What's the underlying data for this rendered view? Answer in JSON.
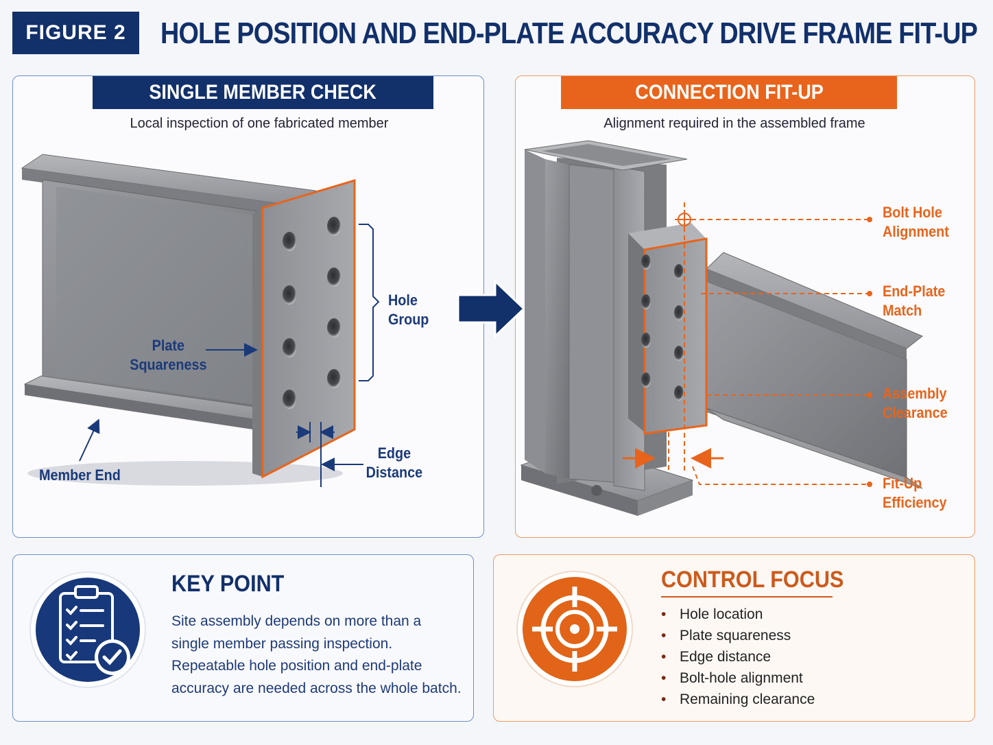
{
  "header": {
    "figure_badge": "FIGURE 2",
    "title": "HOLE POSITION AND END-PLATE ACCURACY DRIVE FRAME FIT-UP"
  },
  "left_panel": {
    "heading": "SINGLE MEMBER CHECK",
    "subtitle": "Local inspection of one fabricated member",
    "labels": {
      "hole_group_1": "Hole",
      "hole_group_2": "Group",
      "plate_squareness_1": "Plate",
      "plate_squareness_2": "Squareness",
      "member_end": "Member End",
      "edge_distance_1": "Edge",
      "edge_distance_2": "Distance"
    }
  },
  "right_panel": {
    "heading": "CONNECTION FIT-UP",
    "subtitle": "Alignment required in the assembled frame",
    "callouts": [
      {
        "line1": "Bolt Hole",
        "line2": "Alignment"
      },
      {
        "line1": "End-Plate",
        "line2": "Match"
      },
      {
        "line1": "Assembly",
        "line2": "Clearance"
      },
      {
        "line1": "Fit-Up",
        "line2": "Efficiency"
      }
    ]
  },
  "key_point": {
    "title": "KEY POINT",
    "lines": [
      "Site assembly depends on more than a",
      "single member passing inspection.",
      "Repeatable hole position and end-plate",
      "accuracy are needed across the whole batch."
    ],
    "icon": "clipboard-check-icon"
  },
  "control_focus": {
    "title": "CONTROL FOCUS",
    "items": [
      "Hole location",
      "Plate squareness",
      "Edge distance",
      "Bolt-hole alignment",
      "Remaining clearance"
    ],
    "icon": "target-icon"
  },
  "colors": {
    "navy": "#12306a",
    "orange": "#e8641c",
    "steel": "#8a8c90"
  }
}
